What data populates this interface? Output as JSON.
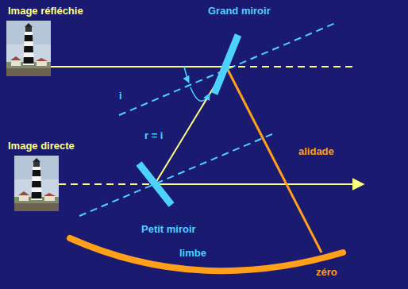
{
  "diagram": {
    "labels": [
      "Image réfléchie",
      "Grand miroir",
      "i",
      "r = i",
      "Image directe",
      "alidade",
      "Petit miroir",
      "limbe",
      "zéro"
    ]
  }
}
